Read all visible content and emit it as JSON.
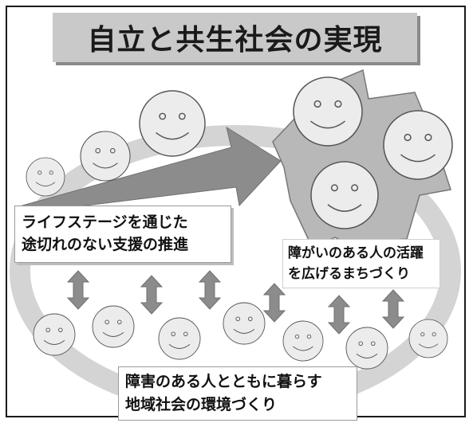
{
  "title": "自立と共生社会の実現",
  "boxes": {
    "life_stage": [
      "ライフステージを通じた",
      "途切れのない支援の推進"
    ],
    "active": [
      "障がいのある人の活躍",
      "を広げるまちづくり"
    ],
    "community": [
      "障害のある人とともに暮らす",
      "地域社会の環境づくり"
    ]
  },
  "colors": {
    "ring": "#d4d4d4",
    "arrow": "#8c8c8c",
    "star": "#b8b8b8",
    "face": "#ececec",
    "border": "#1a1a1a"
  },
  "icons": [
    "smiley-face-icon",
    "double-arrow-icon",
    "right-arrow-icon",
    "star-burst-icon"
  ]
}
